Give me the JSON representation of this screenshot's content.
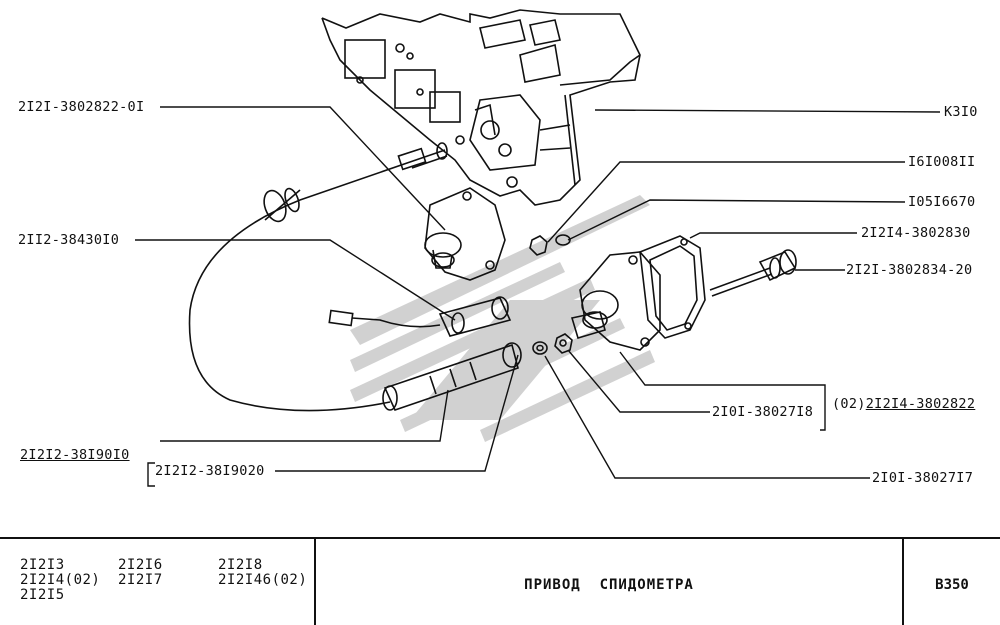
{
  "labels": {
    "cable_assembly": "2I2I-3802822-0I",
    "intermediate_gear": "2II2-38430I0",
    "cable_2i2i2": "2I2I2-38I90I0",
    "cable_2i2i2_alt": "2I2I2-38I9020",
    "k310": "K3I0",
    "nut_161008": "I6I008II",
    "washer_105166": "I05I6670",
    "housing_21214": "2I2I4-3802830",
    "driven_gear": "2I2I-3802834-20",
    "housing_assy_prefix": "(02)",
    "housing_assy": "2I2I4-3802822",
    "part_210i_718": "2I0I-38027I8",
    "part_210i_717": "2I0I-38027I7"
  },
  "footer": {
    "models": [
      "2I2I3",
      "2I2I4(02)",
      "2I2I5",
      "2I2I6",
      "2I2I7",
      "2I2I8",
      "2I2I46(02)"
    ],
    "title": "ПРИВОД  СПИДОМЕТРА",
    "code": "B350"
  }
}
